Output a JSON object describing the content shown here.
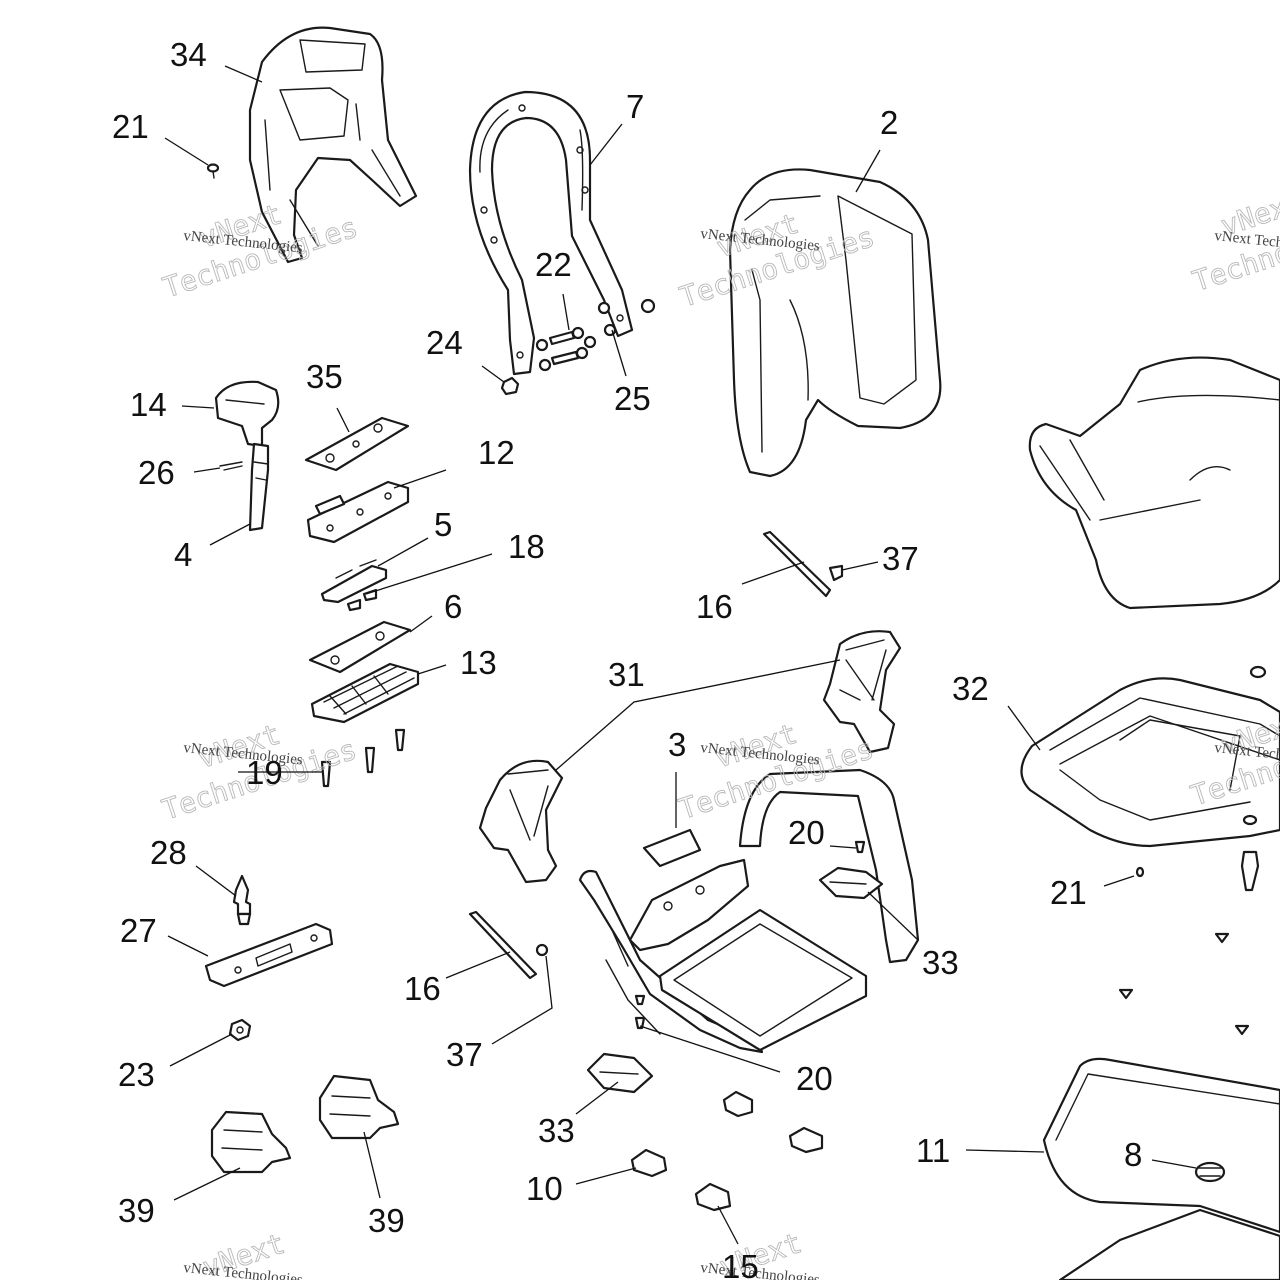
{
  "diagram": {
    "labels": [
      "34",
      "21",
      "7",
      "2",
      "22",
      "24",
      "25",
      "35",
      "14",
      "12",
      "26",
      "5",
      "18",
      "4",
      "16",
      "37",
      "6",
      "13",
      "31",
      "32",
      "3",
      "19",
      "20",
      "28",
      "21",
      "27",
      "33",
      "16",
      "37",
      "23",
      "20",
      "11",
      "8",
      "33",
      "39",
      "39",
      "10",
      "15"
    ],
    "watermark": {
      "big_line1": "vNext",
      "big_line2": "Technologies",
      "small": "vNext Technologies"
    }
  }
}
